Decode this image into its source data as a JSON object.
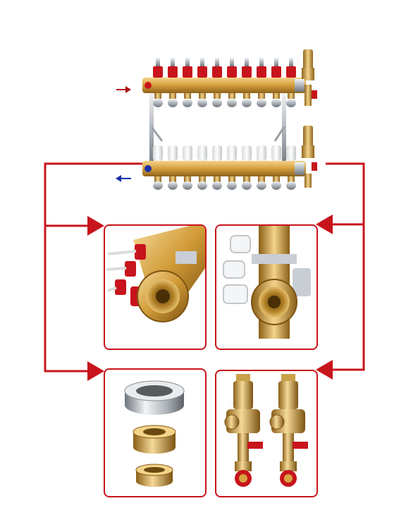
{
  "colors": {
    "accent_red": "#c8141c",
    "brass": "#d9a441",
    "brass_dark": "#9c6f1f",
    "chrome": "#c9ced4",
    "flow_in": "#b01010",
    "flow_out": "#1a2fa8"
  },
  "figure": {
    "manifold_outlets": 10,
    "panels": [
      {
        "id": "supply-manifold-end-detail"
      },
      {
        "id": "return-manifold-end-detail"
      },
      {
        "id": "compression-fitting-detail"
      },
      {
        "id": "end-fittings-detail"
      }
    ]
  }
}
